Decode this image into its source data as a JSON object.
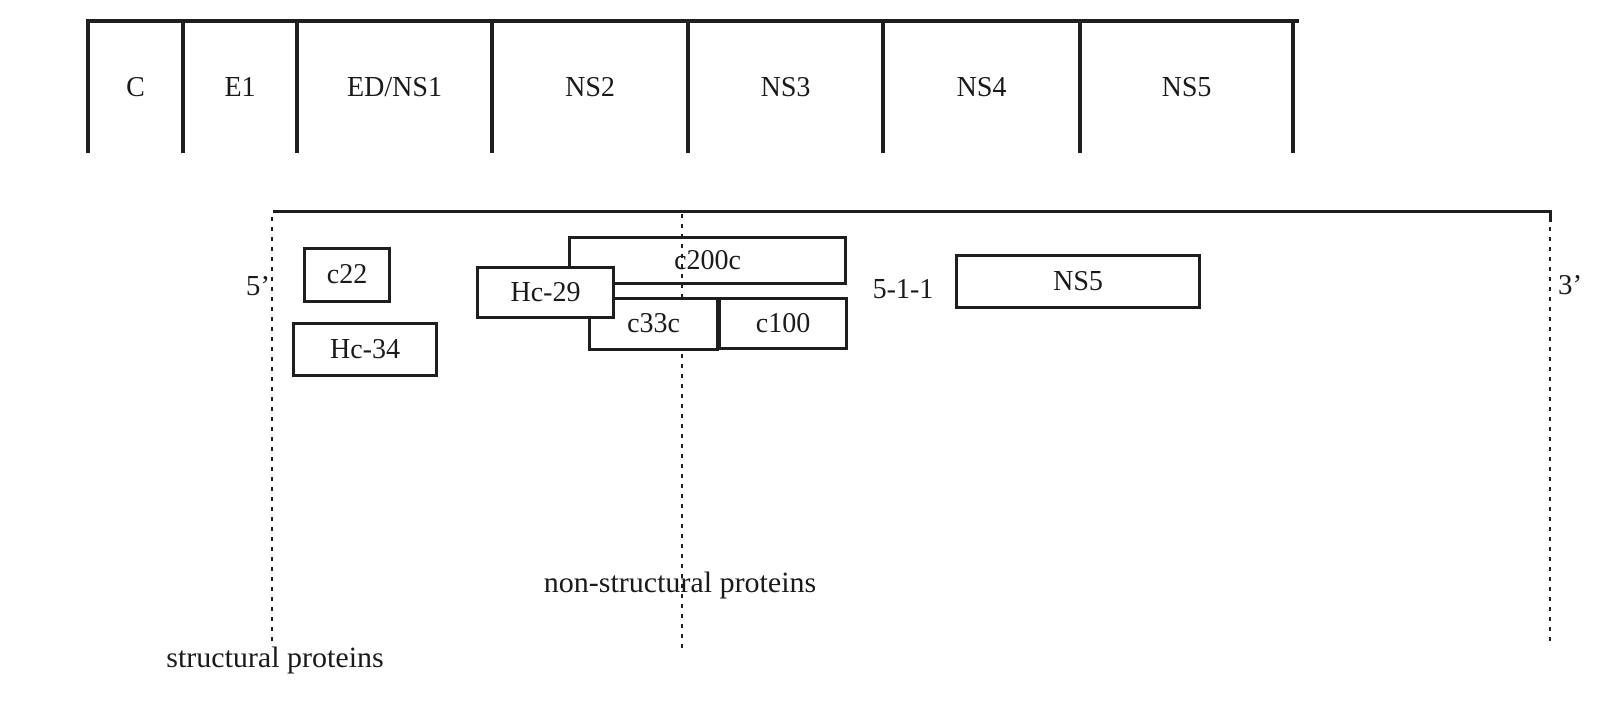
{
  "genome_bar": {
    "segments": [
      {
        "label": "C"
      },
      {
        "label": "E1"
      },
      {
        "label": "ED/NS1"
      },
      {
        "label": "NS2"
      },
      {
        "label": "NS3"
      },
      {
        "label": "NS4"
      },
      {
        "label": "NS5"
      }
    ]
  },
  "clone_map": {
    "five_prime": "5’",
    "three_prime": "3’",
    "clones": [
      {
        "label": "c22"
      },
      {
        "label": "Hc-34"
      },
      {
        "label": "Hc-29"
      },
      {
        "label": "c200c"
      },
      {
        "label": "c33c"
      },
      {
        "label": "c100"
      },
      {
        "label": "5-1-1"
      },
      {
        "label": "NS5"
      }
    ],
    "region_labels": {
      "structural": "structural proteins",
      "non_structural": "non-structural proteins"
    }
  },
  "colors": {
    "line": "#1e1e1e",
    "background": "#ffffff"
  }
}
